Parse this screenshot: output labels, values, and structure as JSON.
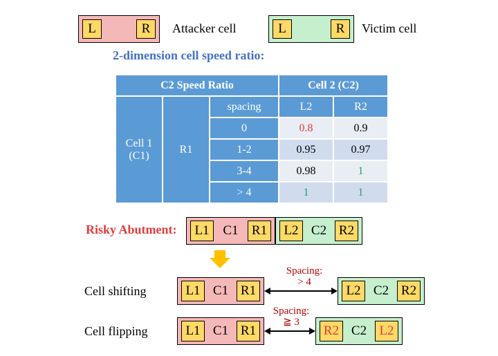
{
  "legend": {
    "attacker": {
      "left_pin": "L",
      "right_pin": "R",
      "label": "Attacker cell"
    },
    "victim": {
      "left_pin": "L",
      "right_pin": "R",
      "label": "Victim cell"
    }
  },
  "table_title": "2-dimension cell speed ratio:",
  "table": {
    "header_left": "C2 Speed Ratio",
    "header_right": "Cell 2 (C2)",
    "cell1_line1": "Cell 1",
    "cell1_line2": "(C1)",
    "r1": "R1",
    "spacing_header": "spacing",
    "col_l2": "L2",
    "col_r2": "R2",
    "rows": [
      {
        "spacing": "0",
        "l2": "0.8",
        "r2": "0.9"
      },
      {
        "spacing": "1-2",
        "l2": "0.95",
        "r2": "0.97"
      },
      {
        "spacing": "3-4",
        "l2": "0.98",
        "r2": "1"
      },
      {
        "spacing": "> 4",
        "l2": "1",
        "r2": "1"
      }
    ]
  },
  "risky": {
    "label": "Risky Abutment:",
    "c1": {
      "left": "L1",
      "name": "C1",
      "right": "R1"
    },
    "c2": {
      "left": "L2",
      "name": "C2",
      "right": "R2"
    }
  },
  "shifting": {
    "label": "Cell shifting",
    "spacing_line1": "Spacing:",
    "spacing_line2": "> 4",
    "c1": {
      "left": "L1",
      "name": "C1",
      "right": "R1"
    },
    "c2": {
      "left": "L2",
      "name": "C2",
      "right": "R2"
    }
  },
  "flipping": {
    "label": "Cell flipping",
    "spacing_line1": "Spacing:",
    "spacing_line2": "≧ 3",
    "c1": {
      "left": "L1",
      "name": "C1",
      "right": "R1"
    },
    "c2": {
      "left": "R2",
      "name": "C2",
      "right": "L2"
    }
  },
  "colors": {
    "attacker_fill": "#f4b8b8",
    "victim_fill": "#c6efce",
    "pin_fill": "#ffd966",
    "table_header": "#5b9bd5",
    "highlight_red": "#e03c3c",
    "highlight_green": "#21a366"
  }
}
